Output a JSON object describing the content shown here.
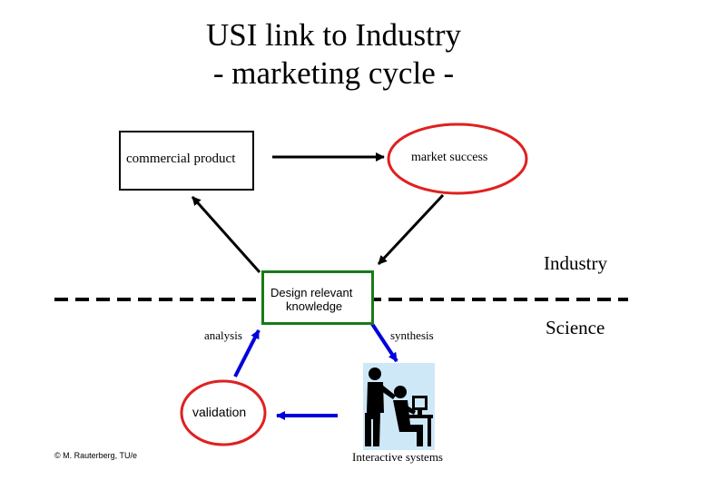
{
  "title": {
    "line1": "USI  link to Industry",
    "line2": "- marketing cycle -"
  },
  "nodes": {
    "commercial_product": "commercial product",
    "market_success": "market success",
    "design_knowledge_line1": "Design relevant",
    "design_knowledge_line2": "knowledge",
    "analysis": "analysis",
    "synthesis": "synthesis",
    "validation": "validation",
    "interactive_systems": "Interactive systems"
  },
  "regions": {
    "industry": "Industry",
    "science": "Science"
  },
  "footer": {
    "copyright": "© M. Rauterberg, TU/e"
  },
  "colors": {
    "ellipse_stroke": "#e02020",
    "knowledge_box": "#1a7a1a",
    "blue_arrow": "#0000dd",
    "black_arrow": "#000000",
    "picture_bg": "#cfe8f8"
  },
  "icons": {
    "illustration": "person-at-computer-icon"
  }
}
